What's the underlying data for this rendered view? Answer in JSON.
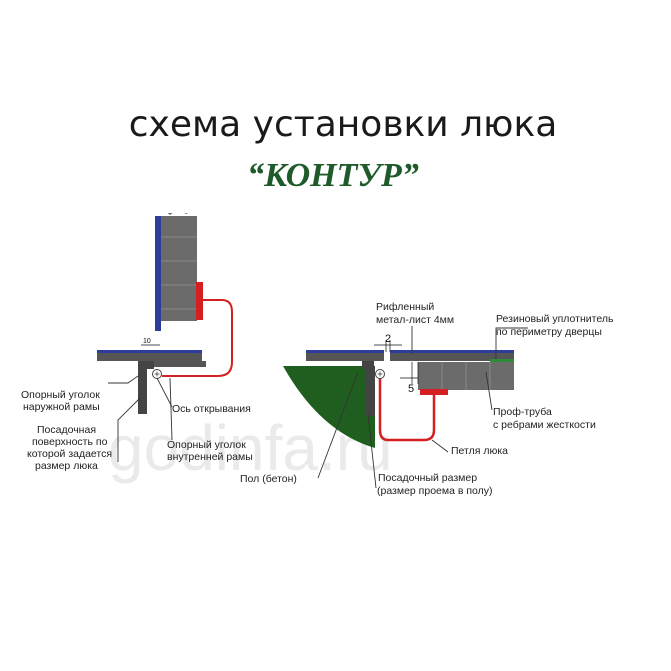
{
  "title": "схема установки люка",
  "subtitle": "“КОНТУР”",
  "watermark": "godinfa.ru",
  "colors": {
    "steel": "#4a4a4a",
    "tile": "#6b6b6b",
    "blue_layer": "#2f3d9a",
    "green_seal": "#2e8b3a",
    "floor": "#1f5e1f",
    "hinge": "#d42020",
    "subtitle": "#1f5a2b"
  },
  "left_detail": {
    "dim_gap": "10",
    "labels": {
      "outer_angle": [
        "Опорный уголок",
        "наружной рамы"
      ],
      "seat_surface": [
        "Посадочная",
        "поверхность по",
        "которой задается",
        "размер люка"
      ],
      "pivot_axis": "Ось открывания",
      "inner_angle": [
        "Опорный уголок",
        "внутренней рамы"
      ]
    }
  },
  "right_detail": {
    "dim_gap_top": "2",
    "dim_gap_side": "5",
    "labels": {
      "sheet": [
        "Рифленный",
        "метал-лист 4мм"
      ],
      "seal": [
        "Резиновый уплотнитель",
        "по периметру дверцы"
      ],
      "prof_pipe": [
        "Проф-труба",
        "с ребрами жесткости"
      ],
      "hinge": "Петля люка",
      "floor": "Пол (бетон)",
      "fit_size": [
        "Посадочный размер",
        "(размер проема в полу)"
      ]
    }
  }
}
